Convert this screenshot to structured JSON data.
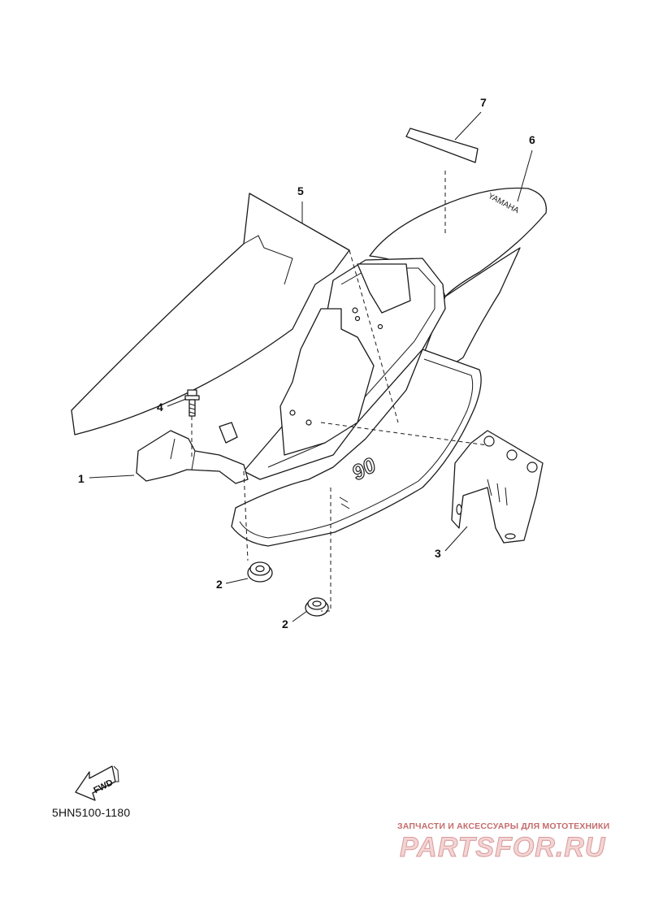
{
  "diagram": {
    "callouts": [
      {
        "id": "callout-1",
        "label": "1"
      },
      {
        "id": "callout-2a",
        "label": "2"
      },
      {
        "id": "callout-2b",
        "label": "2"
      },
      {
        "id": "callout-3",
        "label": "3"
      },
      {
        "id": "callout-4",
        "label": "4"
      },
      {
        "id": "callout-5",
        "label": "5"
      },
      {
        "id": "callout-6",
        "label": "6"
      },
      {
        "id": "callout-7",
        "label": "7"
      }
    ],
    "seat_logo": "YAMAHA",
    "side_number": "90",
    "fwd_label": "FWD",
    "drawing_code": "5HN5100-1180"
  },
  "watermark": {
    "tagline": "ЗАПЧАСТИ И АКСЕССУАРЫ ДЛЯ МОТОТЕХНИКИ",
    "brand": "PARTSFOR.RU"
  }
}
